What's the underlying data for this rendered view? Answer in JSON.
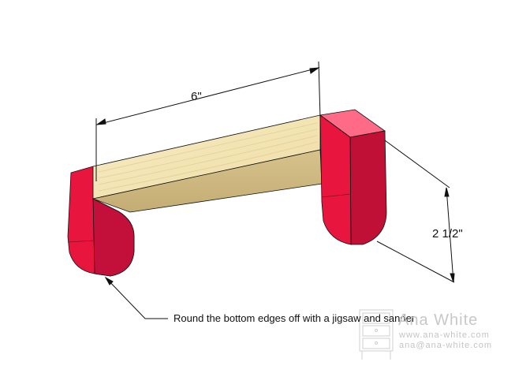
{
  "dimensions": {
    "width_label": "6\"",
    "height_label": "2 1/2\""
  },
  "note": {
    "text": "Round the bottom edges off with a jigsaw and sander"
  },
  "watermark": {
    "brand": "Ana White",
    "site": "www.ana-white.com",
    "email": "ana@ana-white.com"
  },
  "colors": {
    "wood_light": "#f3e3b0",
    "wood_shade": "#cbb57f",
    "red_front": "#e8163f",
    "red_side": "#b80f33",
    "red_top": "#ff5a78",
    "line": "#111111"
  }
}
